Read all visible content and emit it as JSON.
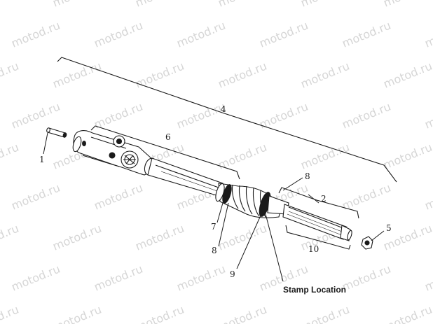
{
  "watermark": {
    "text": "motod.ru",
    "color": "#c9c9c9"
  },
  "callouts": {
    "c1": "1",
    "c2": "2",
    "c4": "4",
    "c5": "5",
    "c6": "6",
    "c7": "7",
    "c8_top": "8",
    "c8_bottom": "8",
    "c9": "9",
    "c10": "10"
  },
  "stamp_label": "Stamp Location",
  "line_color": "#1a1a1a"
}
